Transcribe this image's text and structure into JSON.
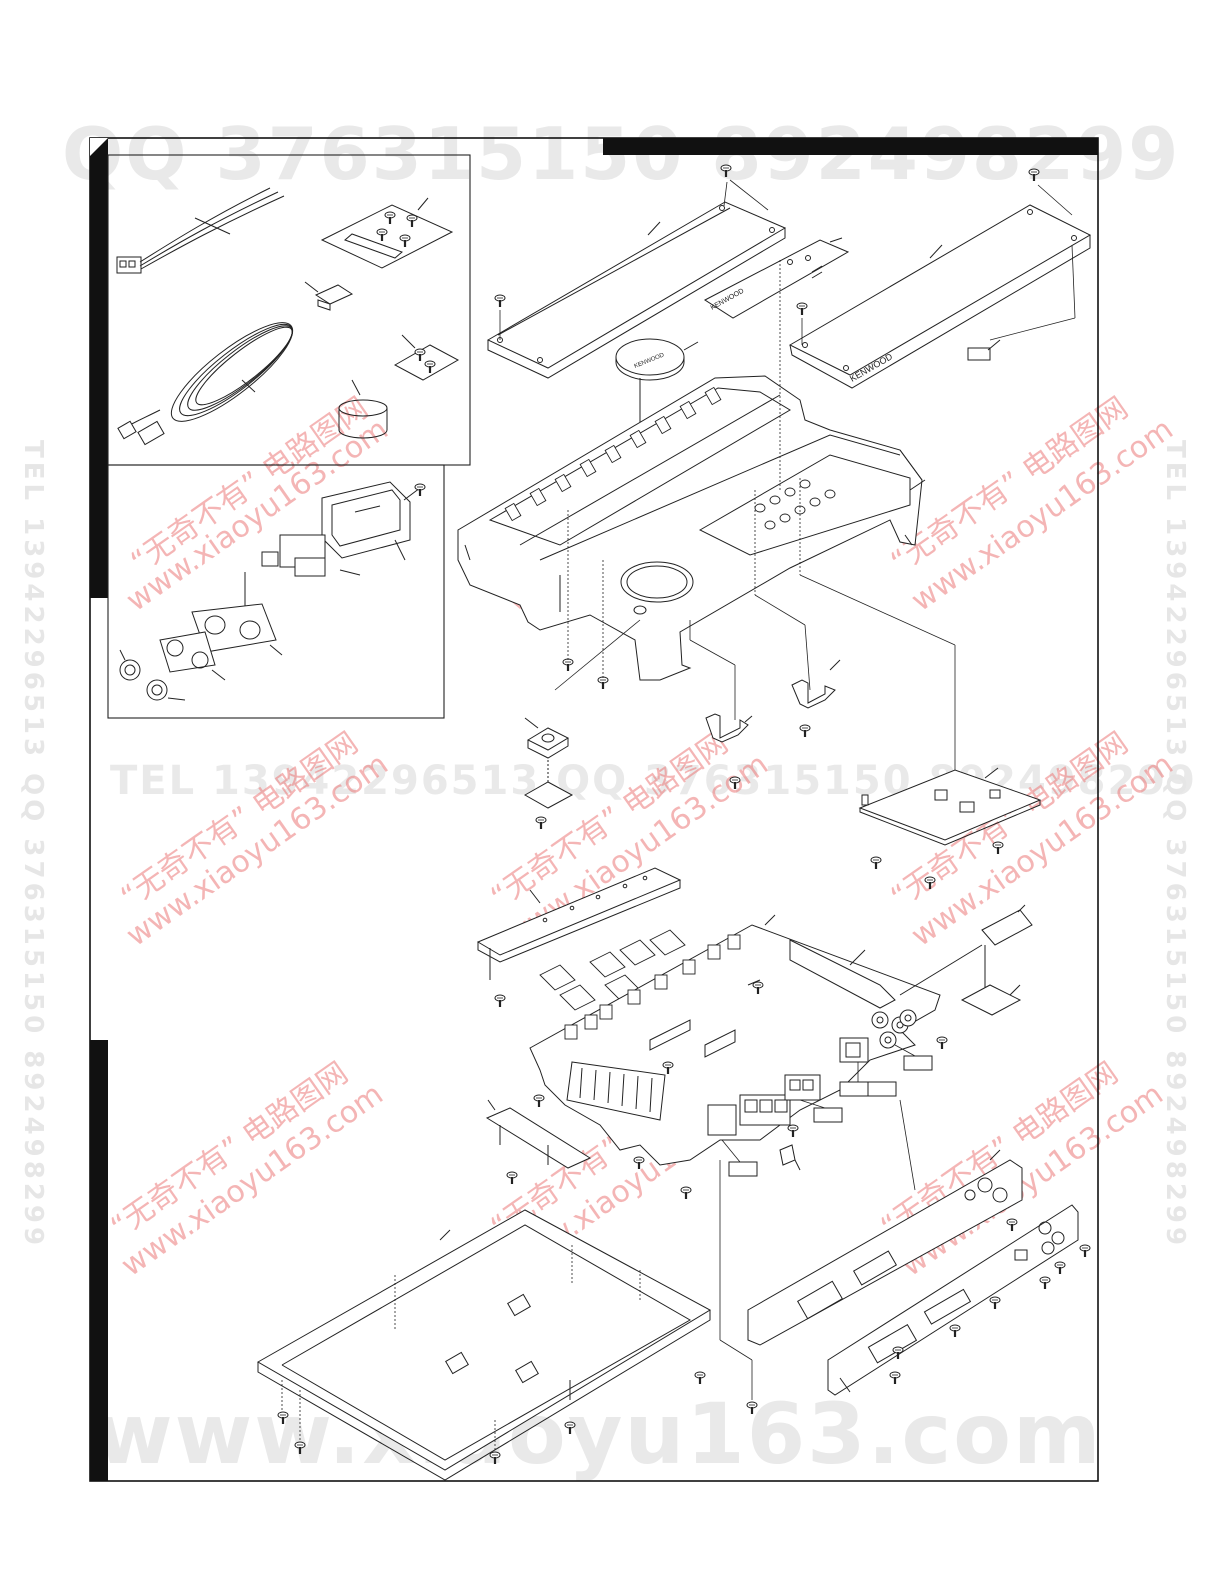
{
  "watermarks": {
    "top_banner": "QQ 376315150   892498299",
    "mid_banner": "TEL 13942296513   QQ 376315150   892498299",
    "bottom_banner": "www.xiaoyu163.com",
    "vertical_left": "TEL 13942296513 QQ 376315150 892498299",
    "vertical_right": "TEL 13942296513 QQ 376315150 892498299",
    "diagonal_cn": "“无奇不有” 电路图网",
    "diagonal_url": "www.xiaoyu163.com"
  },
  "logos": {
    "knob_cap": "KENWOOD",
    "front_label": "KENWOOD",
    "right_cover": "KENWOOD"
  },
  "colors": {
    "line": "#222222",
    "frame": "#111111",
    "watermark_gray": "#e6e6e6",
    "watermark_red": "#eb7878"
  }
}
